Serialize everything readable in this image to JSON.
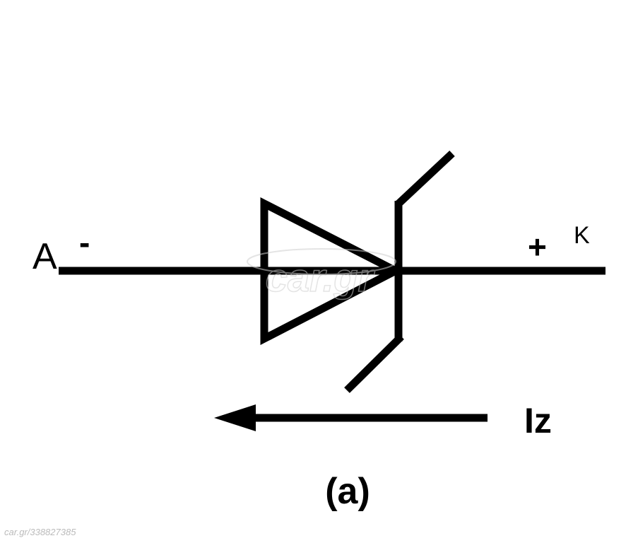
{
  "diagram": {
    "type": "zener-diode-symbol",
    "anode_label": "A",
    "cathode_label": "K",
    "anode_polarity": "-",
    "cathode_polarity": "+",
    "current_label": "Iz",
    "caption": "(a)",
    "current_direction": "cathode-to-anode",
    "stroke_color": "#000000",
    "background_color": "#ffffff"
  },
  "watermark": {
    "logo_text": "car.gr",
    "id_text": "car.gr/338827385",
    "color": "#cccccc"
  }
}
